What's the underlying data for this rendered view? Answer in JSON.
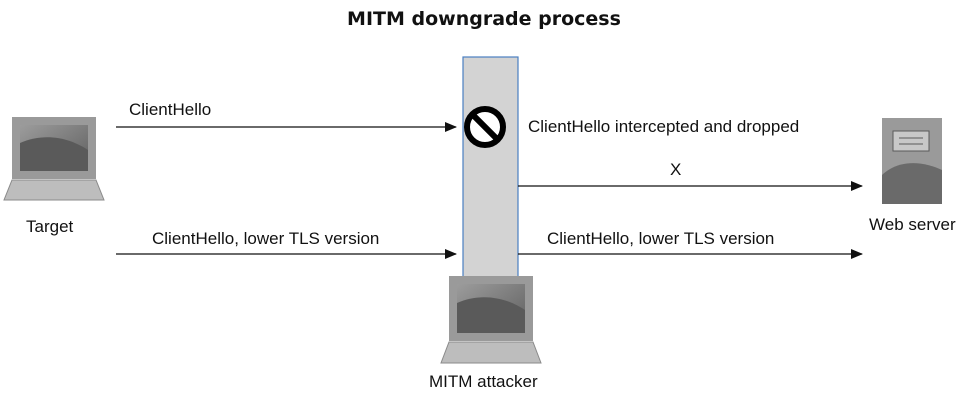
{
  "title": "MITM downgrade process",
  "nodes": {
    "target": "Target",
    "web_server": "Web server",
    "attacker": "MITM attacker"
  },
  "messages": {
    "client_hello": "ClientHello",
    "intercepted": "ClientHello intercepted and dropped",
    "blocked_marker": "X",
    "lower_tls_left": "ClientHello, lower TLS version",
    "lower_tls_right": "ClientHello, lower TLS version"
  },
  "icons": {
    "target": "laptop-icon",
    "web_server": "server-icon",
    "attacker": "laptop-icon",
    "blocked": "prohibited-icon"
  },
  "colors": {
    "device_gray": "#9a9a9a",
    "screen_dark": "#6a6a6a",
    "column_fill": "#d3d3d3",
    "column_border": "#4a7fc1"
  }
}
